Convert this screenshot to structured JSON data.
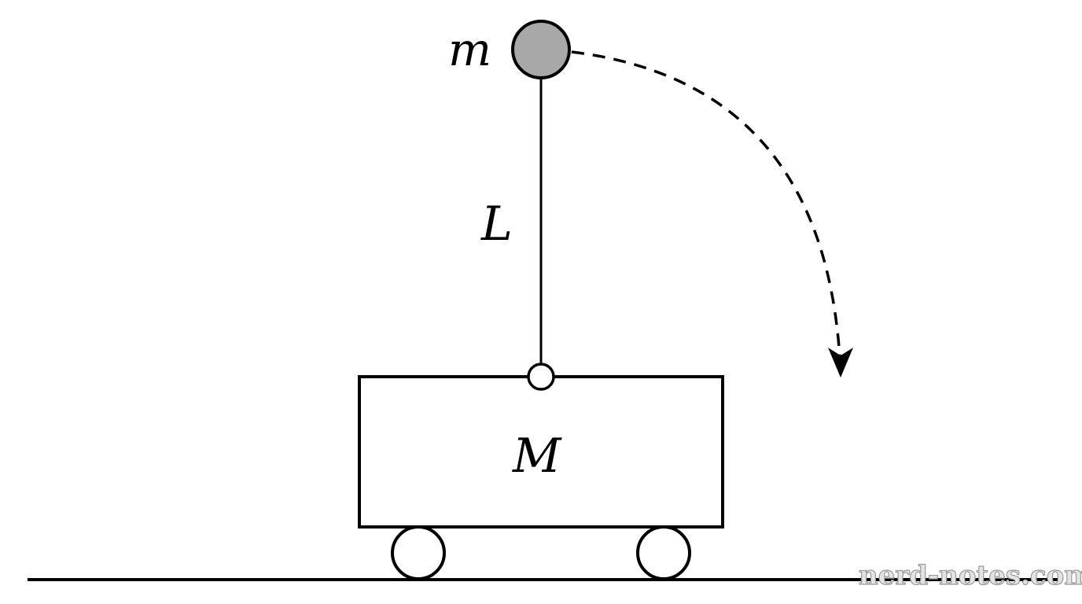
{
  "labels": {
    "bob_mass": "m",
    "rod_length": "L",
    "cart_mass": "M"
  },
  "watermark": "nerd-notes.com",
  "colors": {
    "stroke": "#000000",
    "bob_fill": "#a8a8a8",
    "background": "#ffffff",
    "watermark_fill": "#e4e4e4",
    "watermark_stroke": "#9a9a9a"
  }
}
